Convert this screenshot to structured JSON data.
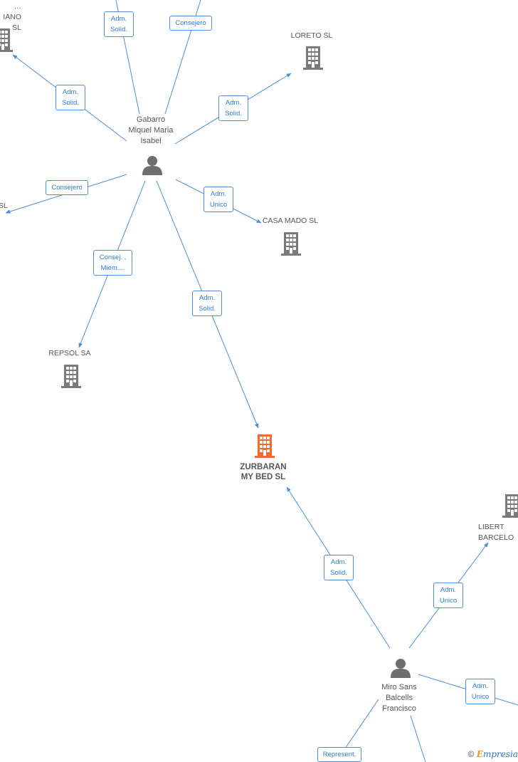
{
  "colors": {
    "edge": "#4a8fd8",
    "edge_label_text": "#2f7bd0",
    "company_icon": "#7a7a7a",
    "main_company_icon": "#f26a2e",
    "person_icon": "#6e6e6e",
    "label_text": "#555555"
  },
  "nodes": {
    "company_top_left": {
      "label": "…IANO\nSL",
      "type": "company"
    },
    "loreto": {
      "label": "LORETO SL",
      "type": "company"
    },
    "gabarro": {
      "label": "Gabarro\nMiquel Maria\nIsabel",
      "type": "person"
    },
    "company_left": {
      "label": "SL",
      "type": "company"
    },
    "casa_mado": {
      "label": "CASA MADO  SL",
      "type": "company"
    },
    "repsol": {
      "label": "REPSOL SA",
      "type": "company"
    },
    "zurbaran": {
      "label": "ZURBARAN\nMY BED  SL",
      "type": "main-company"
    },
    "libert": {
      "label": "LIBERT\nBARCELO",
      "type": "company"
    },
    "miro": {
      "label": "Miro Sans\nBalcells\nFrancisco",
      "type": "person"
    }
  },
  "edges": {
    "e_top1": {
      "label": "Adm.\nSolid."
    },
    "e_top2": {
      "label": "Consejero"
    },
    "e_left_top": {
      "label": "Adm.\nSolid."
    },
    "e_loreto": {
      "label": "Adm.\nSolid."
    },
    "e_left": {
      "label": "Consejero"
    },
    "e_casa": {
      "label": "Adm.\nUnico"
    },
    "e_repsol": {
      "label": "Consej. ,\nMiem...."
    },
    "e_zurb1": {
      "label": "Adm.\nSolid."
    },
    "e_zurb2": {
      "label": "Adm.\nSolid."
    },
    "e_libert": {
      "label": "Adm.\nUnico"
    },
    "e_right_bottom": {
      "label": "Adm.\nUnico"
    },
    "e_represent": {
      "label": "Represent."
    }
  },
  "footer": {
    "copyright_symbol": "©",
    "brand_first": "E",
    "brand_rest": "mpresia"
  }
}
